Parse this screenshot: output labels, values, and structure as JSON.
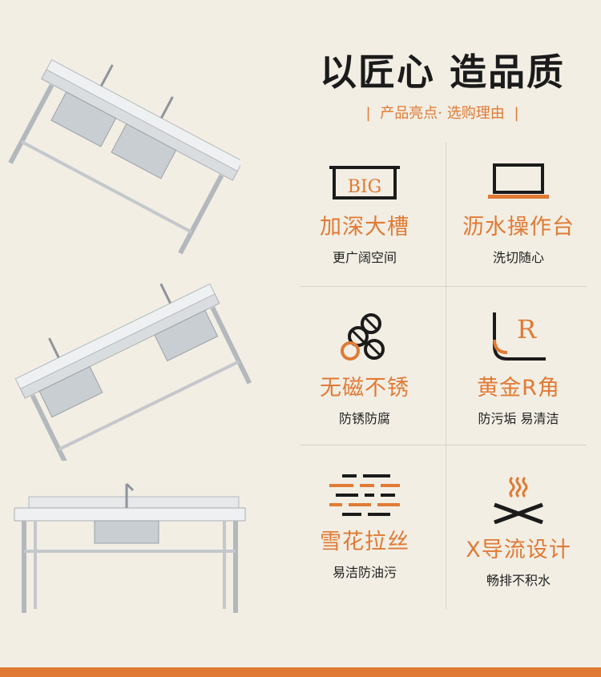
{
  "header": {
    "headline": "以匠心 造品质",
    "subline": "产品亮点· 选购理由",
    "divider": "|"
  },
  "features": [
    {
      "title": "加深大槽",
      "desc": "更广阔空间",
      "icon": "big-tank-icon",
      "icon_text": "BIG"
    },
    {
      "title": "沥水操作台",
      "desc": "洗切随心",
      "icon": "drain-board-icon"
    },
    {
      "title": "无磁不锈",
      "desc": "防锈防腐",
      "icon": "steel-pipes-icon"
    },
    {
      "title": "黄金R角",
      "desc": "防污垢 易清洁",
      "icon": "r-corner-icon",
      "icon_text": "R"
    },
    {
      "title": "雪花拉丝",
      "desc": "易洁防油污",
      "icon": "brushed-texture-icon"
    },
    {
      "title": "X导流设计",
      "desc": "畅排不积水",
      "icon": "x-drain-icon"
    }
  ],
  "colors": {
    "accent": "#e07a35",
    "background": "#f2eee4",
    "text": "#1b1b1b"
  }
}
